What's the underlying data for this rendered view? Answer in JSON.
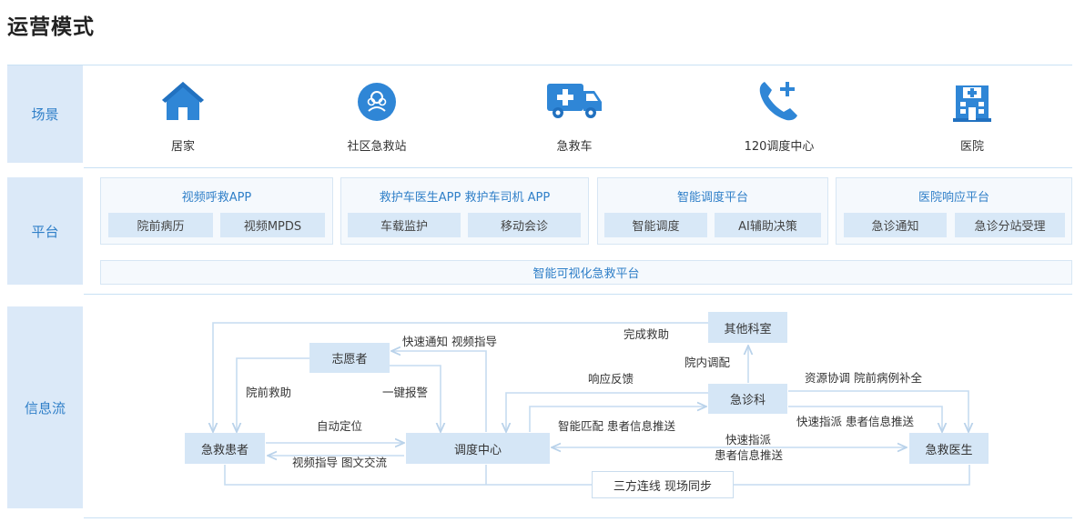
{
  "title": "运营模式",
  "rows": {
    "scene": "场景",
    "platform": "平台",
    "info": "信息流"
  },
  "scenes": [
    {
      "label": "居家",
      "icon": "house-icon"
    },
    {
      "label": "社区急救站",
      "icon": "community-station-icon"
    },
    {
      "label": "急救车",
      "icon": "ambulance-icon"
    },
    {
      "label": "120调度中心",
      "icon": "phone-plus-icon"
    },
    {
      "label": "医院",
      "icon": "hospital-icon"
    }
  ],
  "platforms": [
    {
      "title": "视频呼救APP",
      "items": [
        "院前病历",
        "视频MPDS"
      ]
    },
    {
      "title": "救护车医生APP 救护车司机 APP",
      "items": [
        "车载监护",
        "移动会诊"
      ]
    },
    {
      "title": "智能调度平台",
      "items": [
        "智能调度",
        "AI辅助决策"
      ]
    },
    {
      "title": "医院响应平台",
      "items": [
        "急诊通知",
        "急诊分站受理"
      ]
    }
  ],
  "platform_bar": "智能可视化急救平台",
  "flow": {
    "nodes": {
      "volunteer": "志愿者",
      "patient": "急救患者",
      "dispatch": "调度中心",
      "other_dept": "其他科室",
      "emergency_dept": "急诊科",
      "doctor": "急救医生",
      "three_way": "三方连线 现场同步"
    },
    "labels": {
      "quick_notify": "快速通知 视频指导",
      "complete_rescue": "完成救助",
      "prehospital_rescue": "院前救助",
      "one_click_alarm": "一键报警",
      "inhospital_dispatch": "院内调配",
      "response_feedback": "响应反馈",
      "resource_coord": "资源协调 院前病例补全",
      "auto_locate": "自动定位",
      "smart_match": "智能匹配 患者信息推送",
      "fast_dispatch_push": "快速指派 患者信息推送",
      "fast_assign": "快速指派",
      "patient_push": "患者信息推送",
      "video_guide": "视频指导 图文交流"
    }
  }
}
